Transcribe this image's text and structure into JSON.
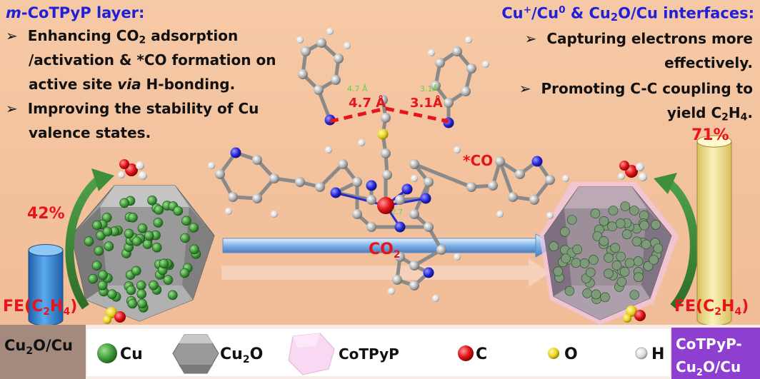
{
  "left_panel": {
    "title_prefix": "m",
    "title_rest": "-CoTPyP layer:",
    "bullet1_line1_a": "Enhancing CO",
    "bullet1_line1_sub": "2",
    "bullet1_line1_b": " adsorption",
    "bullet1_line2": "/activation & *CO formation on",
    "bullet1_line3_a": "active site ",
    "bullet1_line3_em": "via",
    "bullet1_line3_b": " H-bonding.",
    "bullet2_line1": "Improving the stability of Cu",
    "bullet2_line2": "valence states."
  },
  "right_panel": {
    "title_a": "Cu",
    "title_sup1": "+",
    "title_b": "/Cu",
    "title_sup2": "0",
    "title_c": " & Cu",
    "title_sub": "2",
    "title_d": "O/Cu interfaces:",
    "bullet1_line1": "Capturing electrons more",
    "bullet1_line2": "effectively.",
    "bullet2_line1": "Promoting C-C coupling to",
    "bullet2_line2_a": "yield C",
    "bullet2_line2_sub1": "2",
    "bullet2_line2_b": "H",
    "bullet2_line2_sub2": "4",
    "bullet2_line2_c": "."
  },
  "center": {
    "dist1": "4.7 Å",
    "dist2": "3.1Å",
    "small1": "4.7 Å",
    "small2": "3.1Å",
    "small3": "2.7",
    "co_label": "*CO",
    "arrow_a": "CO",
    "arrow_sub": "2"
  },
  "left_bar": {
    "percent": "42%",
    "fe_a": "FE(C",
    "fe_sub1": "2",
    "fe_b": "H",
    "fe_sub2": "4",
    "fe_c": ")",
    "label_a": "Cu",
    "label_sub": "2",
    "label_b": "O/Cu",
    "value": 42
  },
  "right_bar": {
    "percent": "71%",
    "fe_a": "FE(C",
    "fe_sub1": "2",
    "fe_b": "H",
    "fe_sub2": "4",
    "fe_c": ")",
    "label_line1": "CoTPyP-",
    "label_line2_a": "Cu",
    "label_line2_sub": "2",
    "label_line2_b": "O/Cu",
    "value": 71
  },
  "legend": {
    "cu": "Cu",
    "cu2o_a": "Cu",
    "cu2o_sub": "2",
    "cu2o_b": "O",
    "cotpyp": "CoTPyP",
    "c": "C",
    "o": "O",
    "h": "H"
  },
  "colors": {
    "background": "#f2c4a2",
    "heading_blue": "#2020d8",
    "accent_red": "#e8141a",
    "cu_green": "#3f9a3a",
    "left_bar_blue": "#3a8ad0",
    "right_bar_yellow": "#f2e08c",
    "right_label_bg": "#8f3fd0"
  }
}
